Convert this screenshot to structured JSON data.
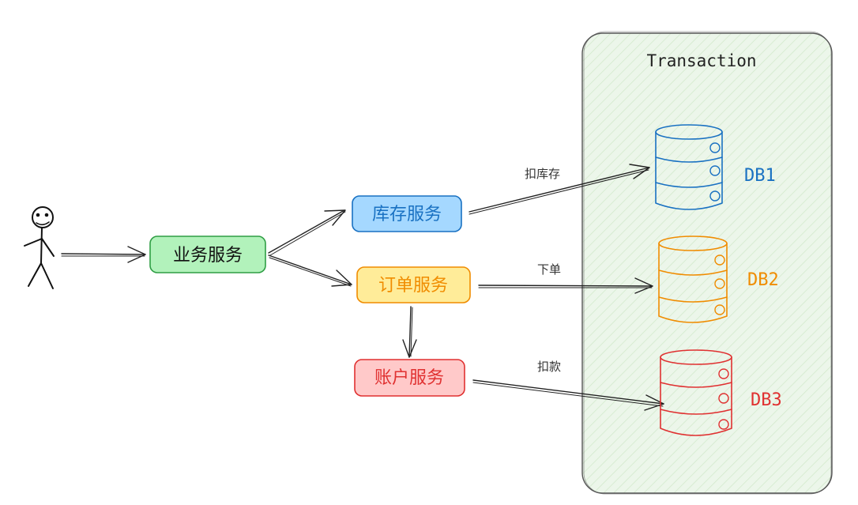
{
  "container": {
    "title": "Transaction",
    "fill": "#ecf6ea",
    "stroke": "#555555"
  },
  "actor": {
    "stroke": "#111111"
  },
  "services": {
    "business": {
      "label": "业务服务",
      "fill": "#b2f2bb",
      "stroke": "#2f9e44",
      "text_color": "#111111"
    },
    "inventory": {
      "label": "库存服务",
      "fill": "#a5d8ff",
      "stroke": "#1971c2",
      "text_color": "#1971c2"
    },
    "order": {
      "label": "订单服务",
      "fill": "#ffec99",
      "stroke": "#f08c00",
      "text_color": "#f08c00"
    },
    "account": {
      "label": "账户服务",
      "fill": "#ffc9c9",
      "stroke": "#e03131",
      "text_color": "#e03131"
    }
  },
  "edges": {
    "deduct_inventory": "扣库存",
    "place_order": "下单",
    "deduct_payment": "扣款"
  },
  "databases": {
    "db1": {
      "label": "DB1",
      "color": "#1971c2"
    },
    "db2": {
      "label": "DB2",
      "color": "#f08c00"
    },
    "db3": {
      "label": "DB3",
      "color": "#e03131"
    }
  }
}
